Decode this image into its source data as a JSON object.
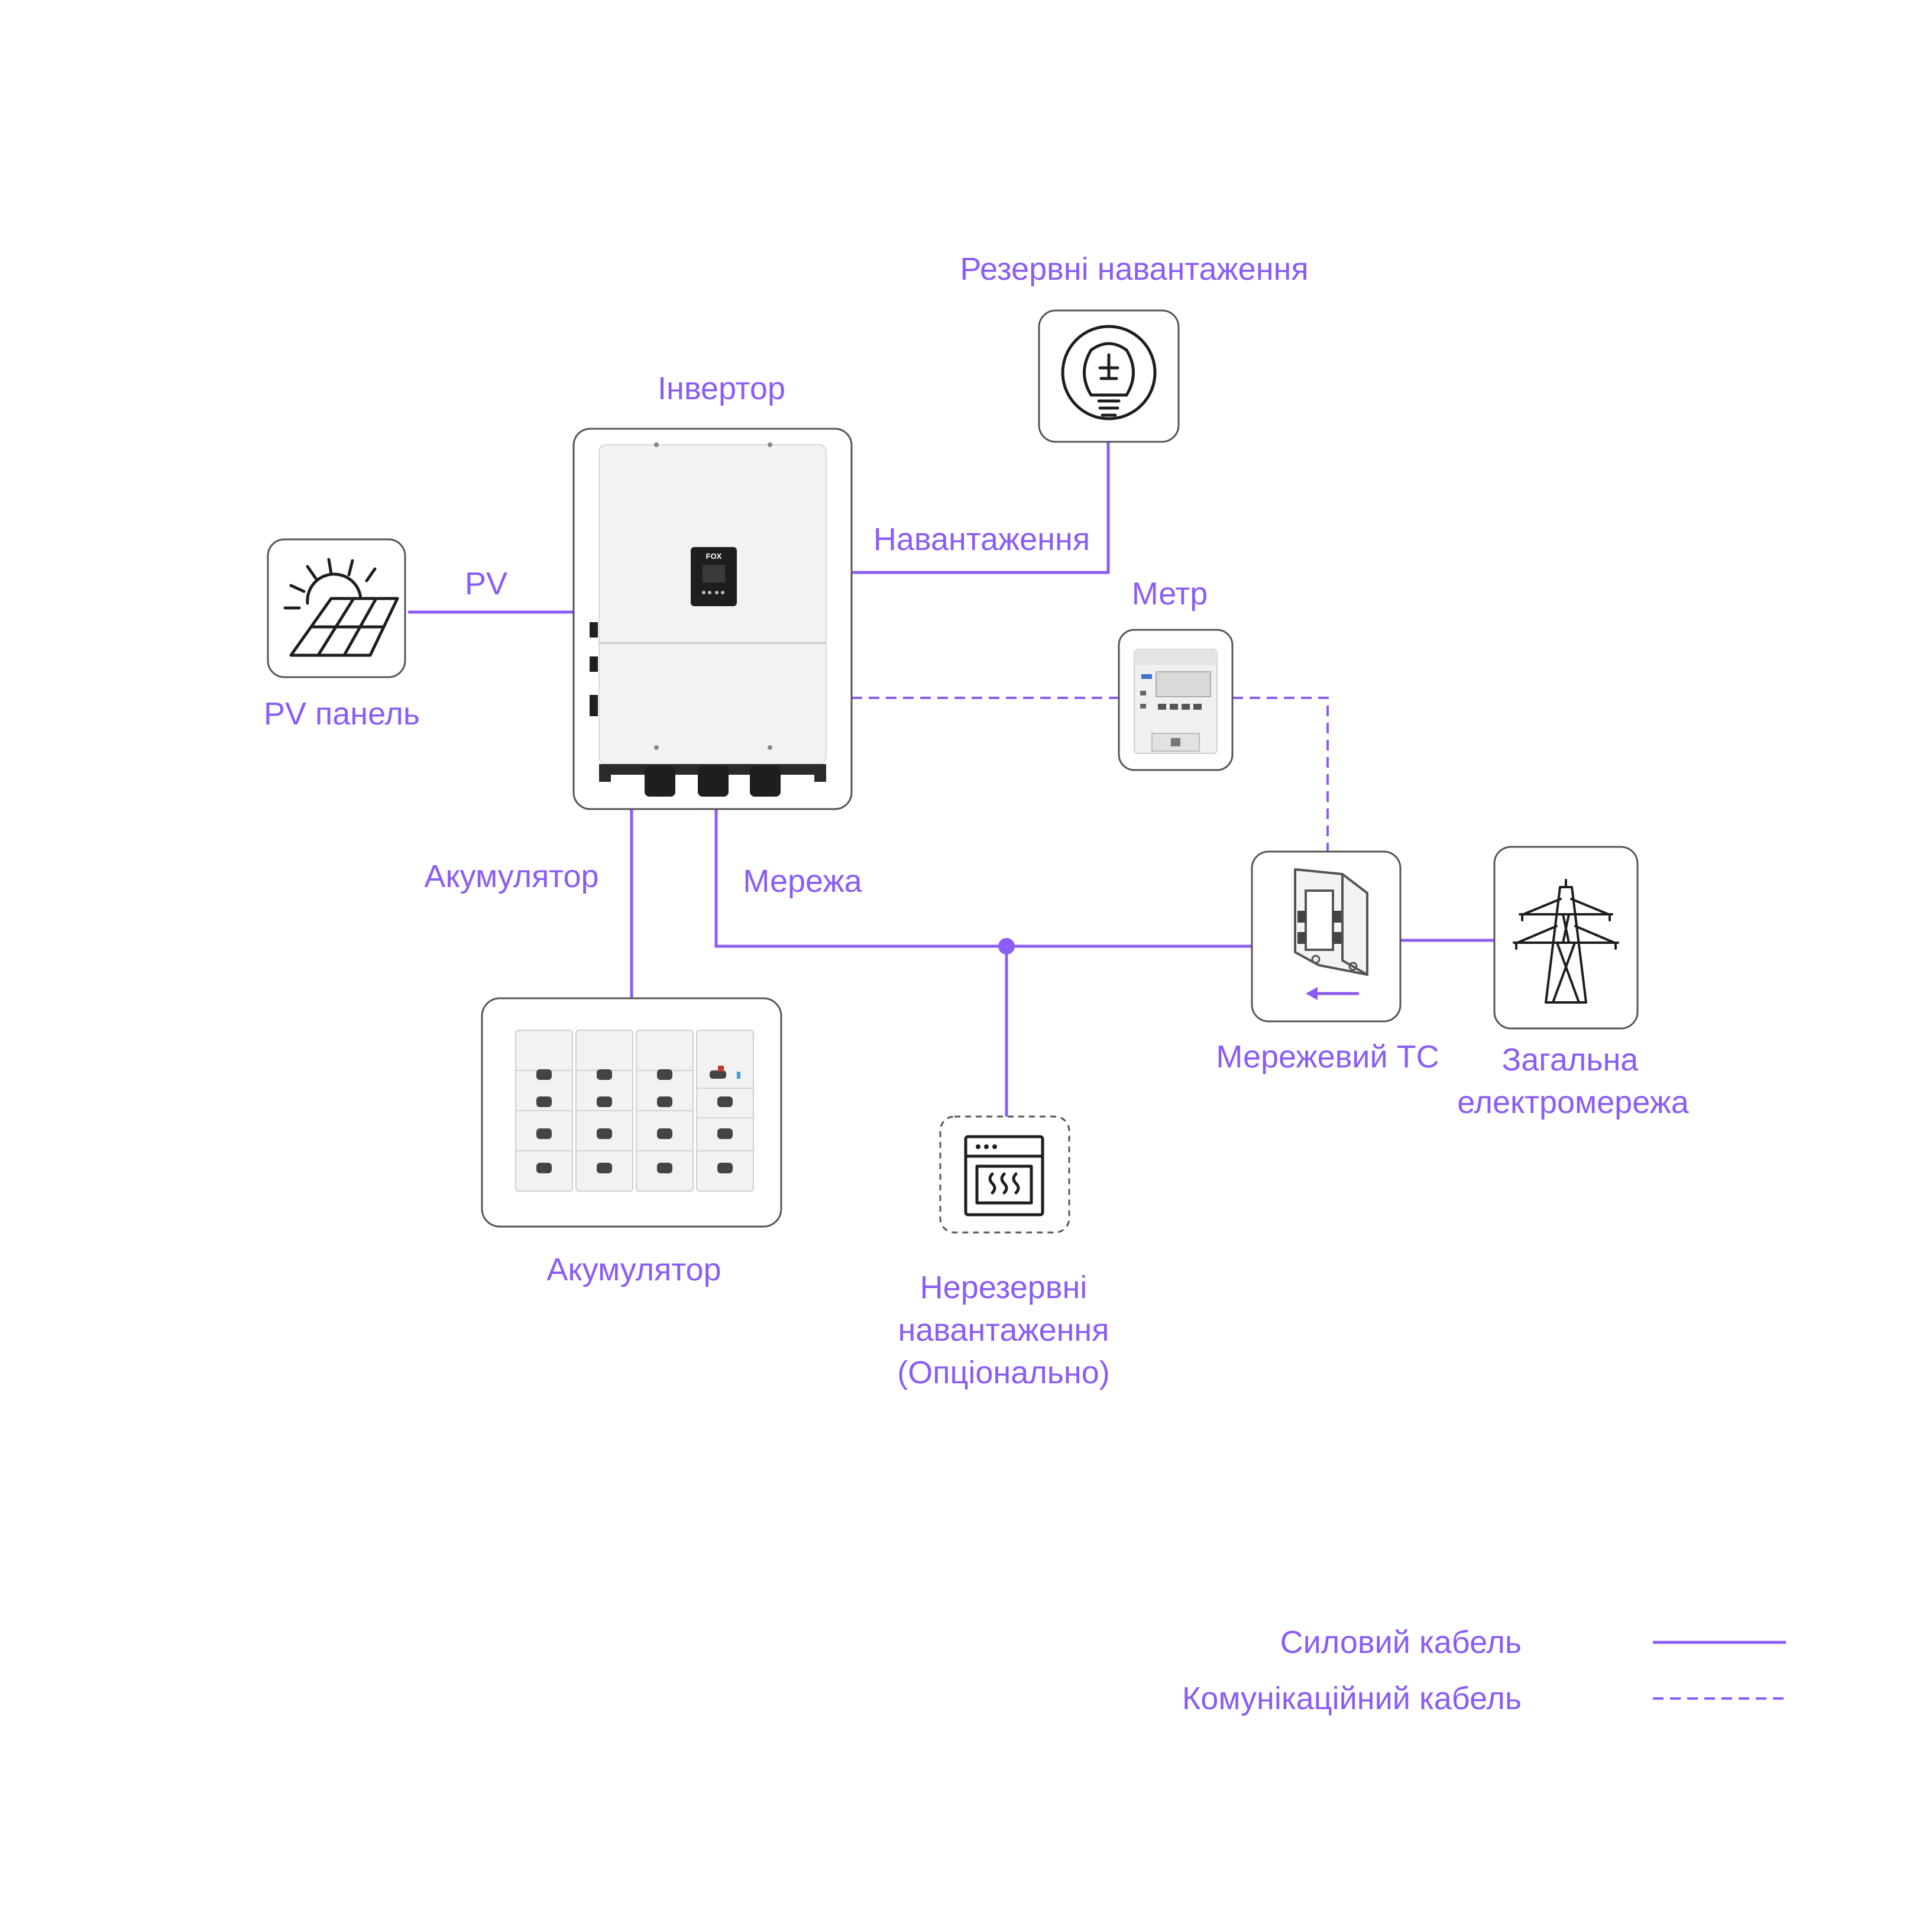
{
  "colors": {
    "accent": "#8b5cf6",
    "box_border": "#555555",
    "device_body": "#f2f2f2",
    "device_dark": "#1e1e1e"
  },
  "labels": {
    "backup_loads": "Резервні навантаження",
    "inverter": "Інвертор",
    "load": "Навантаження",
    "pv": "PV",
    "meter": "Метр",
    "pv_panel": "PV панель",
    "battery_line": "Акумулятор",
    "grid_line": "Мережа",
    "grid_ct": "Мережевий ТС",
    "utility_grid_1": "Загальна",
    "utility_grid_2": "електромережа",
    "battery": "Акумулятор",
    "non_backup_1": "Нерезервні",
    "non_backup_2": "навантаження",
    "non_backup_3": "(Опціонально)",
    "inverter_brand": "FOX"
  },
  "legend": {
    "power_cable": "Силовий кабель",
    "comm_cable": "Комунікаційний кабель"
  },
  "icons": {
    "pv_panel": "solar-panel-icon",
    "backup_loads": "light-bulb-icon",
    "non_backup_loads": "oven-icon",
    "utility_grid": "power-pylon-icon",
    "grid_ct": "current-transformer-icon",
    "meter": "energy-meter-icon"
  }
}
